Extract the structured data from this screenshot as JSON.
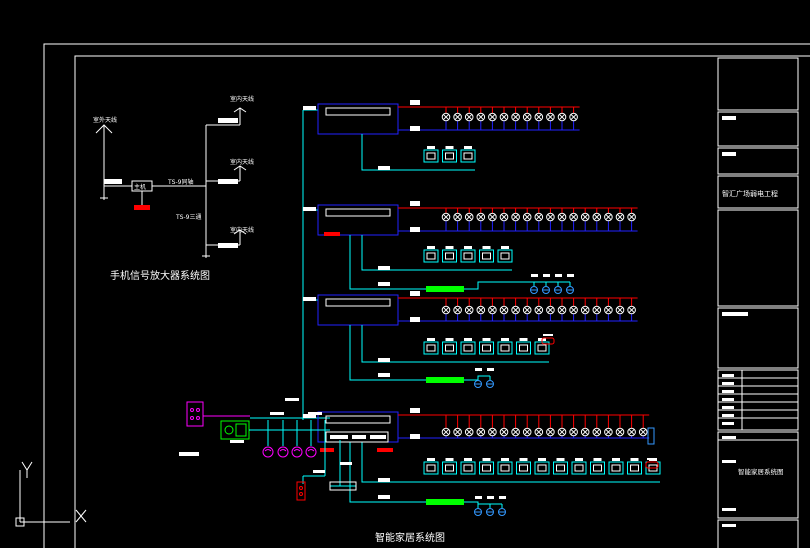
{
  "labels": {
    "outdoor_antenna": "室外天线",
    "indoor_antenna_1": "室内天线",
    "indoor_antenna_2": "室内天线",
    "indoor_antenna_3": "室内天线",
    "host": "主机",
    "cable_1": "TS-9同轴",
    "cable_2": "TS-9三通",
    "amp_title": "手机信号放大器系统图",
    "main_title": "智能家居系统图"
  },
  "title_block": {
    "project_name": "智汇广场弱电工程",
    "drawing_name": "智能家居系统图"
  },
  "floors": [
    {
      "lamps": 12,
      "panels": 3,
      "sensors": 0,
      "green_bar": false,
      "alarm": false
    },
    {
      "lamps": 17,
      "panels": 5,
      "sensors": 4,
      "green_bar": true,
      "alarm": false
    },
    {
      "lamps": 17,
      "panels": 7,
      "sensors": 2,
      "green_bar": true,
      "alarm": true
    },
    {
      "lamps": 18,
      "panels": 13,
      "sensors": 3,
      "green_bar": true,
      "alarm": true
    }
  ],
  "colors": {
    "frame": "#ffffff",
    "bus": "#00ffff",
    "power": "#ff0000",
    "signal": "#2222ff",
    "device": "#00ffff",
    "green": "#00ff00",
    "magenta": "#ff00ff"
  }
}
